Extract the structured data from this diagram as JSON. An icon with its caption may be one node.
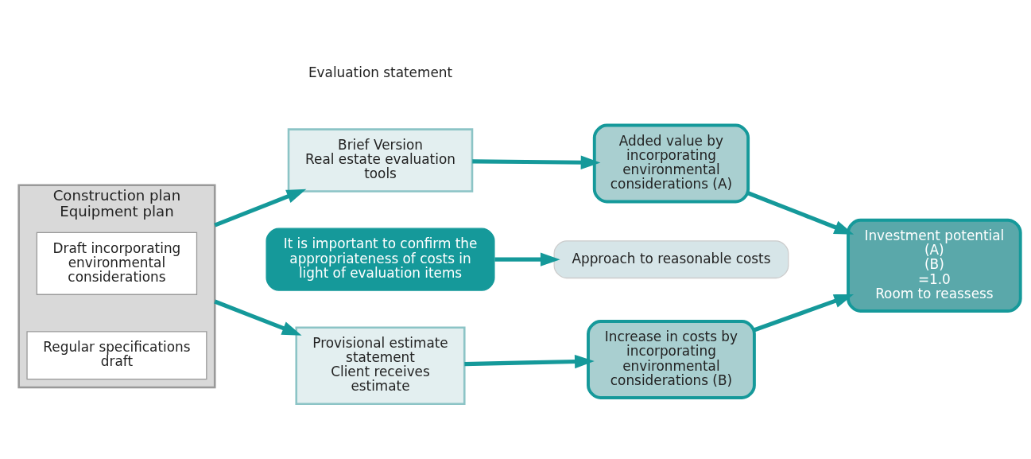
{
  "diagram": {
    "nodes": [
      {
        "text": [
          "Construction plan Equipment plan"
        ]
      },
      {
        "text": [
          "Draft incorporating environmental considerations"
        ],
        "in": 0
      },
      {
        "text": [
          "Regular specifications draft"
        ],
        "in": 0
      },
      {
        "text": [
          "Brief Version",
          "Real estate evaluation tools"
        ],
        "beside": [
          "Evaluation statement"
        ]
      },
      {
        "text": [
          "Provisional estimate statement",
          "Client receives estimate"
        ]
      },
      {
        "text": [
          "It is important to confirm the appropriateness of costs in light of evaluation items"
        ]
      },
      {
        "text": [
          "Approach to reasonable costs"
        ]
      },
      {
        "text": [
          "Added value by incorporating environmental considerations (A)"
        ]
      },
      {
        "text": [
          "Increase in costs by incorporating environmental considerations (B)"
        ]
      },
      {
        "text": [
          "Investment potential",
          "(A)",
          "(B)",
          "=1.0",
          "Room to reassess"
        ]
      }
    ],
    "edges": [
      {
        "from": 0,
        "to": 3,
        "arrow": "to"
      },
      {
        "from": 0,
        "to": 4,
        "arrow": "to"
      },
      {
        "from": 3,
        "to": 7,
        "arrow": "to"
      },
      {
        "from": 4,
        "to": 8,
        "arrow": "to"
      },
      {
        "from": 5,
        "to": 6,
        "arrow": "to"
      },
      {
        "from": 7,
        "to": 9,
        "arrow": "to"
      },
      {
        "from": 8,
        "to": 9,
        "arrow": "to"
      }
    ]
  }
}
